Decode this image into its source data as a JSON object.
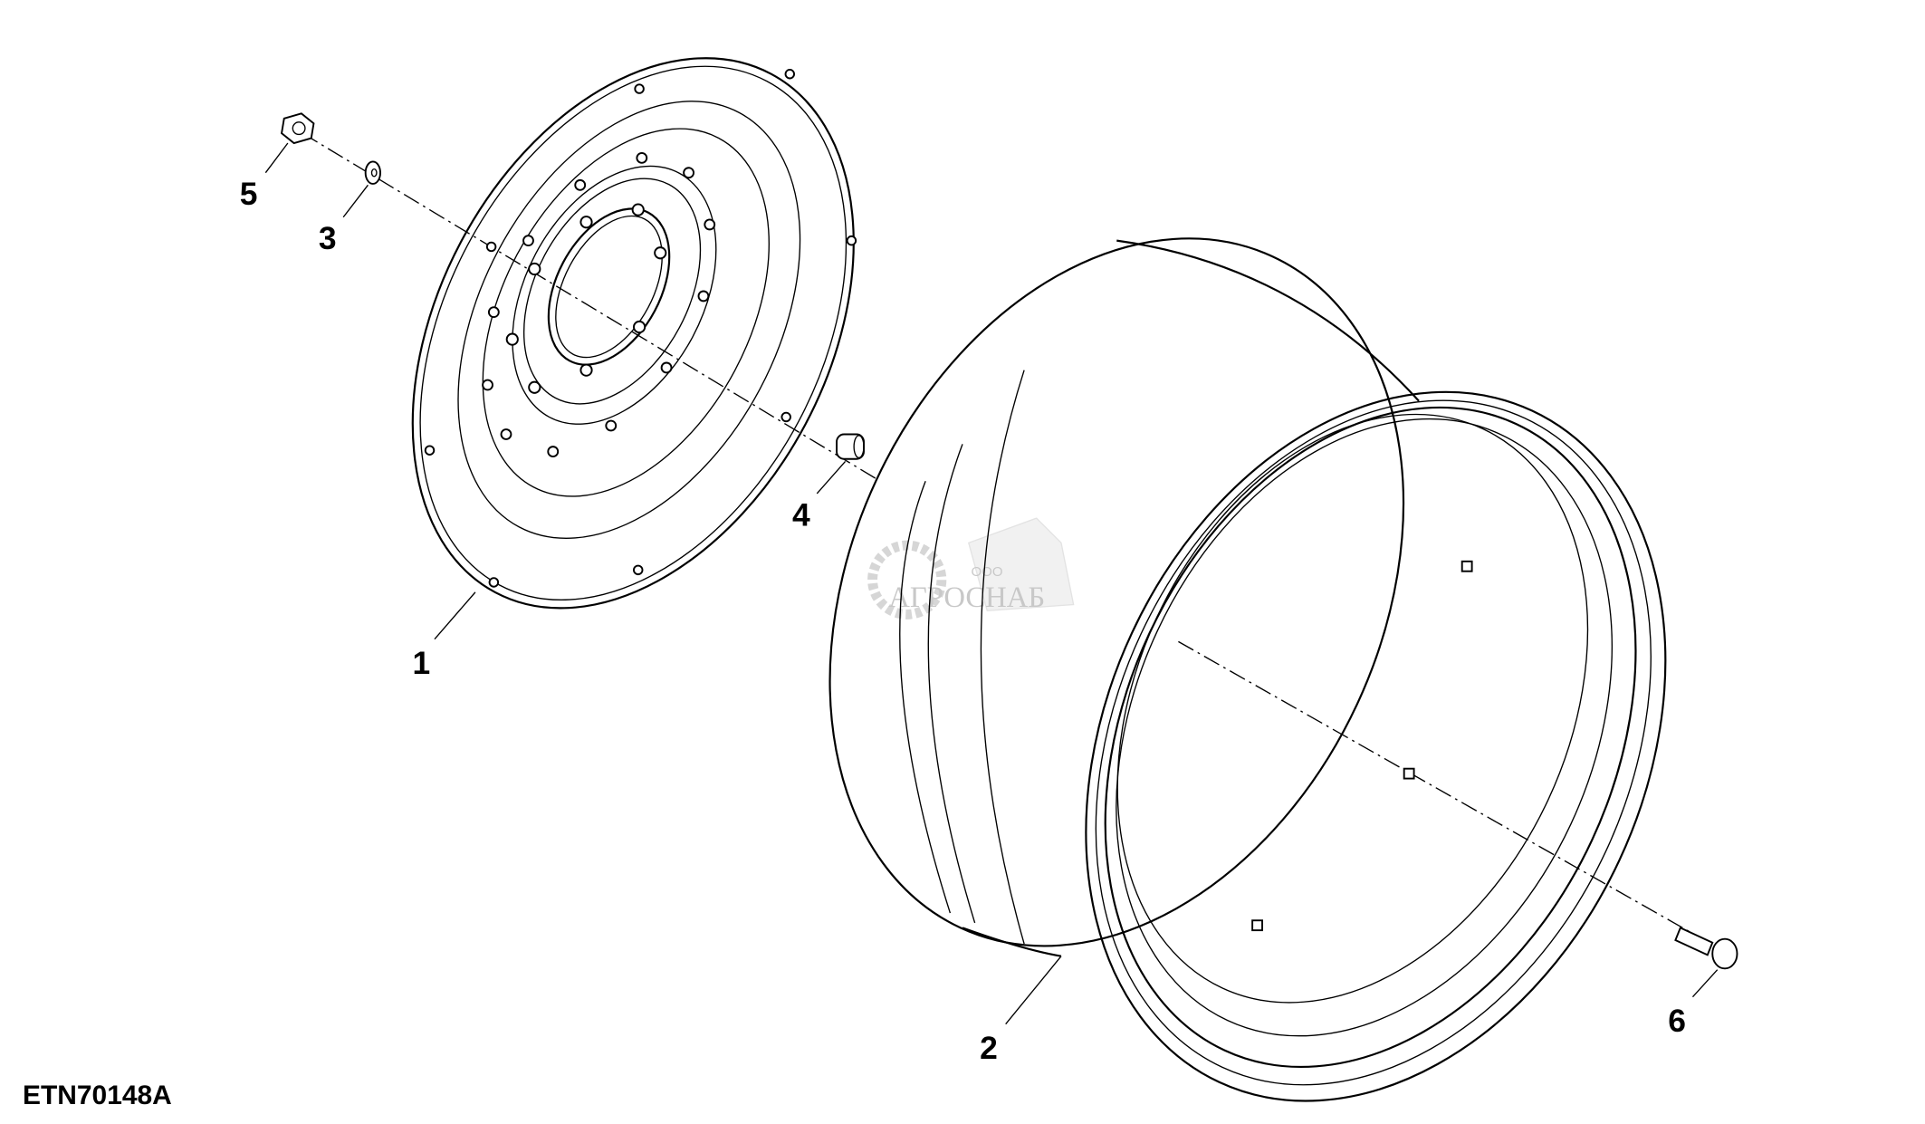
{
  "diagram": {
    "figure_code": "ETN70148A",
    "callouts": [
      {
        "number": "1",
        "part": "wheel-disc"
      },
      {
        "number": "2",
        "part": "wheel-rim"
      },
      {
        "number": "3",
        "part": "washer"
      },
      {
        "number": "4",
        "part": "spacer"
      },
      {
        "number": "5",
        "part": "nut"
      },
      {
        "number": "6",
        "part": "bolt"
      }
    ],
    "watermark": {
      "prefix": "ООО",
      "name": "АГРОСНАБ"
    }
  }
}
